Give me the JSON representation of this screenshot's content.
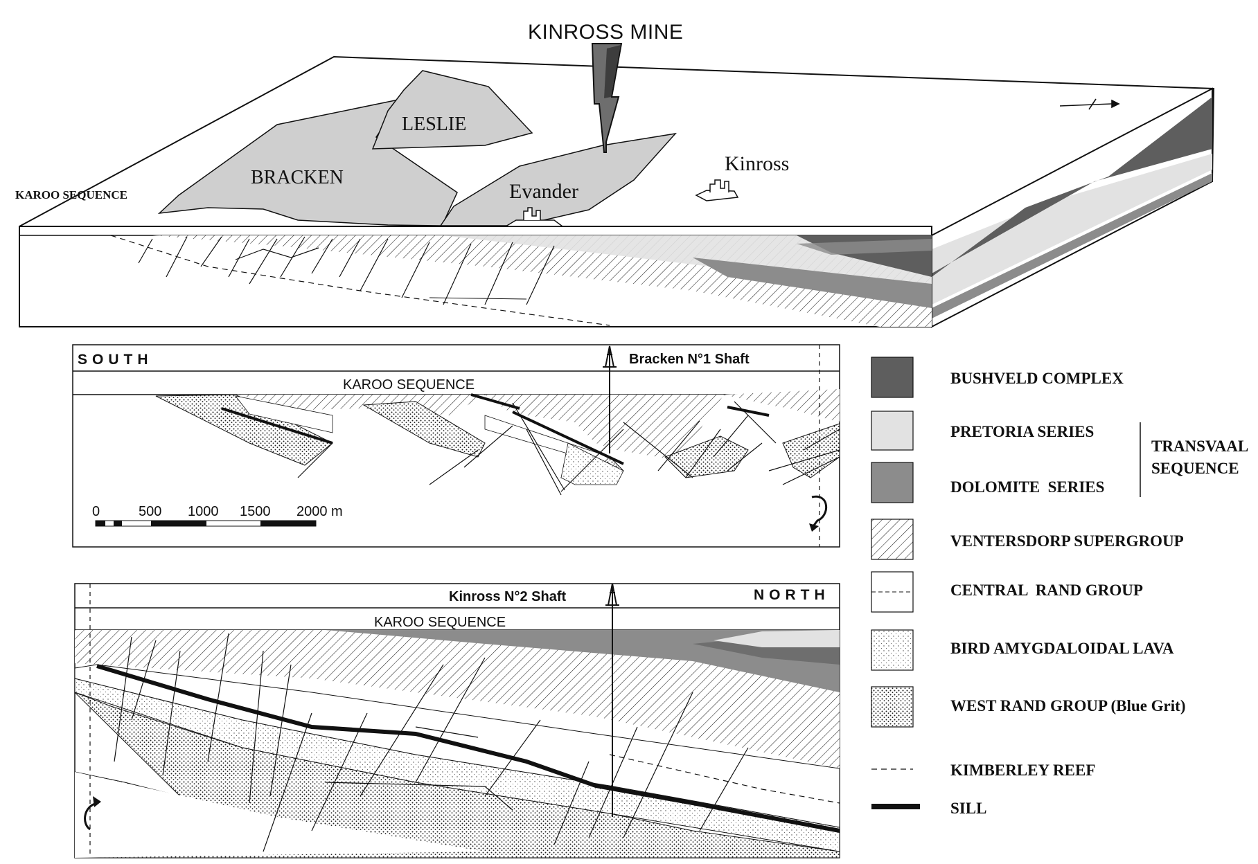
{
  "block": {
    "mine_label": "KINROSS MINE",
    "karoo_label": "KAROO SEQUENCE",
    "towns": [
      {
        "name": "LESLIE"
      },
      {
        "name": "BRACKEN"
      },
      {
        "name": "Evander"
      },
      {
        "name": "Kinross"
      }
    ]
  },
  "section_south": {
    "direction_label": "SOUTH",
    "shaft_label": "Bracken N°1 Shaft",
    "karoo_label": "KAROO SEQUENCE",
    "scale_ticks": [
      "0",
      "500",
      "1000",
      "1500",
      "2000 m"
    ]
  },
  "section_north": {
    "direction_label": "NORTH",
    "shaft_label": "Kinross N°2 Shaft",
    "karoo_label": "KAROO SEQUENCE"
  },
  "legend": {
    "items": [
      {
        "label": "BUSHVELD COMPLEX",
        "swatch": "bushveld"
      },
      {
        "label": "PRETORIA SERIES",
        "swatch": "pretoria"
      },
      {
        "label": "DOLOMITE  SERIES",
        "swatch": "dolomite"
      },
      {
        "label": "VENTERSDORP SUPERGROUP",
        "swatch": "ventersdorp"
      },
      {
        "label": "CENTRAL  RAND GROUP",
        "swatch": "central-rand"
      },
      {
        "label": "BIRD AMYGDALOIDAL LAVA",
        "swatch": "bird-lava"
      },
      {
        "label": "WEST RAND GROUP (Blue Grit)",
        "swatch": "west-rand"
      },
      {
        "label": "KIMBERLEY REEF",
        "swatch": "kimberley-reef"
      },
      {
        "label": "SILL",
        "swatch": "sill"
      }
    ],
    "group_label_line1": "TRANSVAAL",
    "group_label_line2": "SEQUENCE"
  },
  "colors": {
    "bushveld": "#5e5e5e",
    "pretoria": "#e2e2e2",
    "dolomite": "#8c8c8c",
    "outcrop": "#cfcfcf",
    "ink": "#111111"
  }
}
